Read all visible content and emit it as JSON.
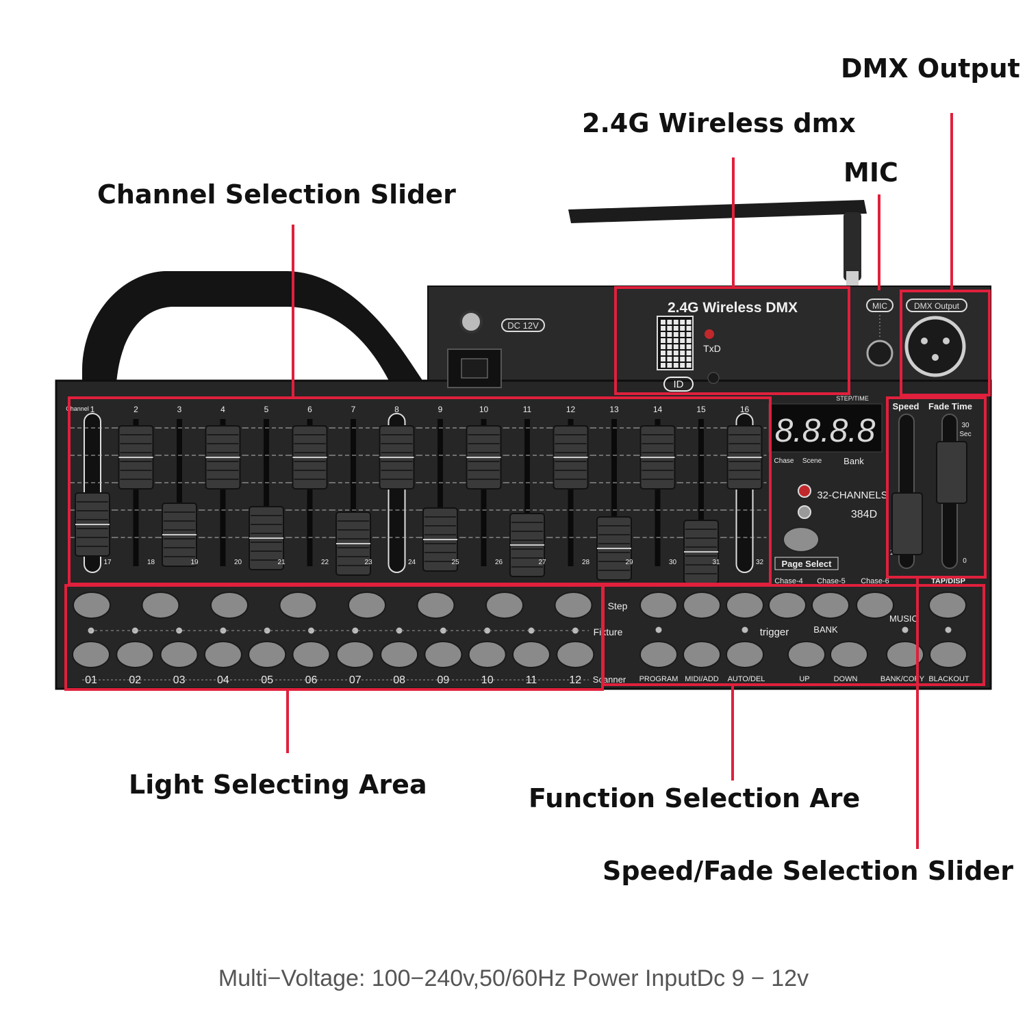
{
  "callouts": {
    "dmx_output": "DMX Output",
    "wireless": "2.4G Wireless dmx",
    "mic": "MIC",
    "channel_slider": "Channel Selection Slider",
    "light_area": "Light Selecting Area",
    "function_area": "Function Selection Are",
    "speed_fade": "Speed/Fade Selection Slider"
  },
  "footer": "Multi−Voltage:  100−240v,50/60Hz Power InputDc 9 − 12v",
  "device": {
    "dc_label": "DC 12V",
    "wireless_label": "2.4G Wireless DMX",
    "txd": "TxD",
    "id_label": "ID",
    "mic_label": "MIC",
    "dmx_label": "DMX Output",
    "channel_word": "Channel",
    "channels_top": [
      "1",
      "2",
      "3",
      "4",
      "5",
      "6",
      "7",
      "8",
      "9",
      "10",
      "11",
      "12",
      "13",
      "14",
      "15",
      "16"
    ],
    "channels_bottom": [
      "17",
      "18",
      "19",
      "20",
      "21",
      "22",
      "23",
      "24",
      "25",
      "26",
      "27",
      "28",
      "29",
      "30",
      "31",
      "32"
    ],
    "display": "8.8.8.8",
    "step_time": "STEP/TIME",
    "chase": "Chase",
    "scene": "Scene",
    "bank": "Bank",
    "channels_32": "32-CHANNELS",
    "model": "384D",
    "page_select": "Page Select",
    "speed": "Speed",
    "fade_time": "Fade Time",
    "fade_30": "30",
    "fade_sec": "Sec",
    "speed_10": "10",
    "fade_0": "0",
    "chase_labels": [
      "Chase-4",
      "Chase-5",
      "Chase-6"
    ],
    "tap_disp": "TAP/DISP",
    "step": "Step",
    "fixture": "Fixture",
    "scanner": "Scanner",
    "trigger": "trigger",
    "bank_word": "BANK",
    "music": "MUSIC",
    "scanner_numbers": [
      "01",
      "02",
      "03",
      "04",
      "05",
      "06",
      "07",
      "08",
      "09",
      "10",
      "11",
      "12"
    ],
    "function_labels": [
      "PROGRAM",
      "MIDI/ADD",
      "AUTO/DEL",
      "UP",
      "DOWN",
      "BANK/COPY",
      "BLACKOUT"
    ]
  },
  "colors": {
    "accent": "#e0203c",
    "panel": "#2b2b2b",
    "key": "#8a8a8a"
  }
}
